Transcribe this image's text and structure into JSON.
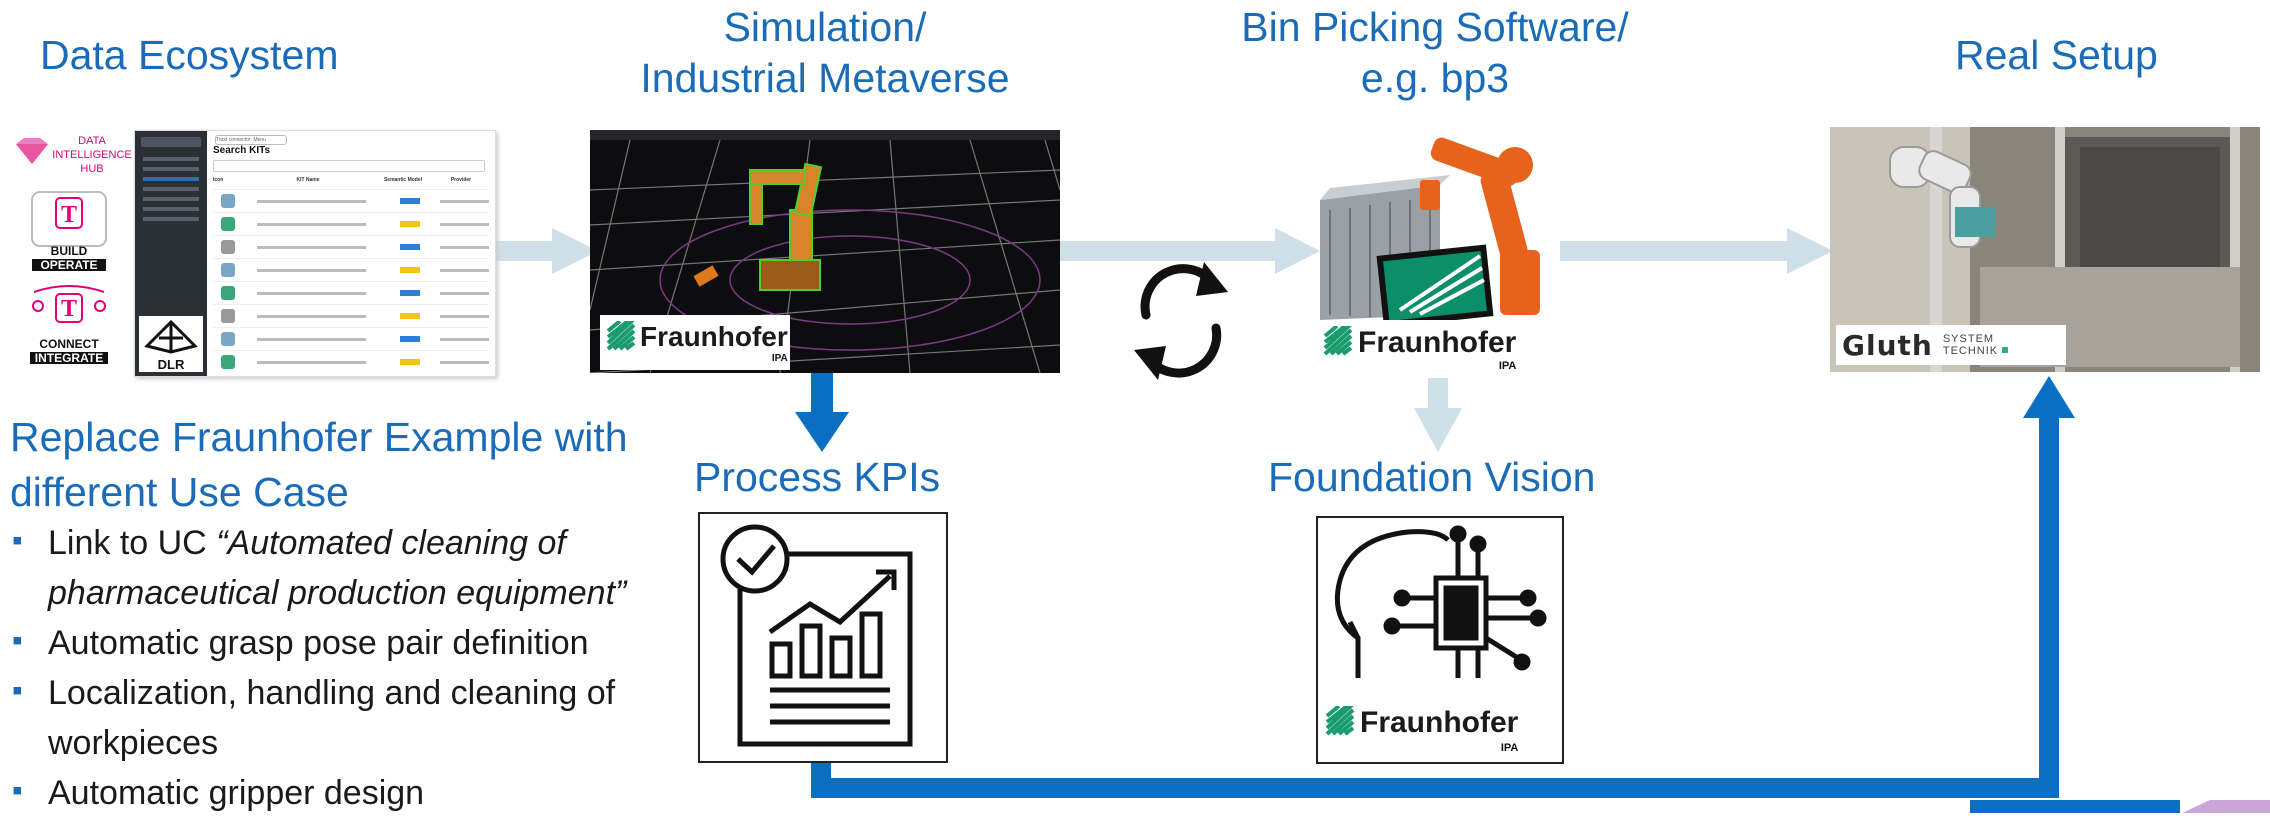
{
  "columns": {
    "data_ecosystem": {
      "title": "Data Ecosystem"
    },
    "simulation": {
      "title_line1": "Simulation/",
      "title_line2": "Industrial Metaverse"
    },
    "bin_picking": {
      "title_line1": "Bin Picking Software/",
      "title_line2": "e.g. bp3"
    },
    "real_setup": {
      "title": "Real Setup"
    }
  },
  "logos": {
    "data_intelligence_hub": "DATA INTELLIGENCE HUB",
    "build_operate_line1": "BUILD",
    "build_operate_line2": "OPERATE",
    "connect_integrate_line1": "CONNECT",
    "connect_integrate_line2": "INTEGRATE",
    "dlr": "DLR",
    "fraunhofer": "Fraunhofer",
    "fraunhofer_sub": "IPA",
    "gluth": "Gluth",
    "gluth_sub_line1": "SYSTEM",
    "gluth_sub_line2": "TECHNIK"
  },
  "portal": {
    "page_title": "Search KITs",
    "columns": [
      "Icon",
      "KIT Name",
      "Semantic Model",
      "Provider"
    ],
    "row_count": 8,
    "search_placeholder": "Trust connector: Menu"
  },
  "replace": {
    "title_line1": "Replace Fraunhofer Example with",
    "title_line2": "different Use Case",
    "bullets": [
      {
        "lines": [
          {
            "text": "Link to UC ",
            "italic": "“Automated cleaning of"
          },
          {
            "italic": "pharmaceutical production equipment”"
          }
        ]
      },
      {
        "lines": [
          {
            "text": "Automatic grasp pose pair definition"
          }
        ]
      },
      {
        "lines": [
          {
            "text": "Localization, handling and cleaning of"
          },
          {
            "text": "workpieces"
          }
        ]
      },
      {
        "lines": [
          {
            "text": "Automatic gripper design"
          }
        ]
      }
    ],
    "bullet_glyph": "▪"
  },
  "process_kpis": {
    "title": "Process KPIs"
  },
  "foundation_vision": {
    "title": "Foundation Vision"
  },
  "colors": {
    "accent_blue": "#1a6cb8",
    "arrow_light": "#cfdfe8",
    "arrow_dark": "#0a6fc2",
    "robot_orange": "#e7621c",
    "telekom_magenta": "#e20074"
  }
}
